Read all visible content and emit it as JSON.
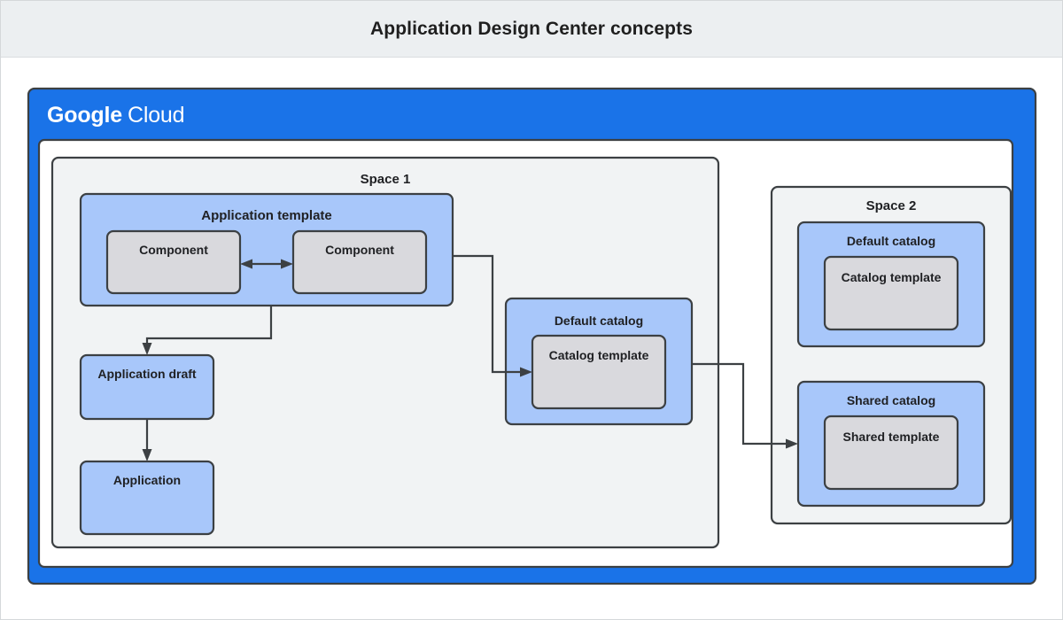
{
  "header": {
    "title": "Application Design Center concepts"
  },
  "cloud_frame": {
    "brand_primary": "Google",
    "brand_secondary": "Cloud",
    "brand_color": "#1a73e8"
  },
  "colors": {
    "header_bg": "#eceff1",
    "space_bg": "#f1f3f4",
    "blue_fill": "#a8c7fa",
    "gray_fill": "#d9d9dd",
    "stroke": "#3c4043",
    "brand_blue": "#1a73e8",
    "text": "#202124"
  },
  "spaces": [
    {
      "name": "space-1",
      "label": "Space 1",
      "blocks": {
        "application_template": {
          "label": "Application template",
          "components": [
            {
              "label": "Component"
            },
            {
              "label": "Component"
            }
          ]
        },
        "application_draft": {
          "label": "Application draft"
        },
        "application": {
          "label": "Application"
        },
        "default_catalog": {
          "label": "Default catalog",
          "template": {
            "label": "Catalog template"
          }
        }
      }
    },
    {
      "name": "space-2",
      "label": "Space 2",
      "blocks": {
        "default_catalog": {
          "label": "Default catalog",
          "template": {
            "label": "Catalog template"
          }
        },
        "shared_catalog": {
          "label": "Shared catalog",
          "template": {
            "label": "Shared template"
          }
        }
      }
    }
  ],
  "connectors": [
    {
      "name": "component-to-component",
      "from": "Component",
      "to": "Component",
      "style": "bidirectional"
    },
    {
      "name": "template-to-draft",
      "from": "Application template",
      "to": "Application draft",
      "style": "arrow"
    },
    {
      "name": "draft-to-application",
      "from": "Application draft",
      "to": "Application",
      "style": "arrow"
    },
    {
      "name": "template-to-default-catalog",
      "from": "Application template",
      "to": "Catalog template",
      "style": "arrow"
    },
    {
      "name": "default-catalog-to-shared-catalog",
      "from": "Default catalog",
      "to": "Shared template",
      "style": "arrow"
    }
  ]
}
